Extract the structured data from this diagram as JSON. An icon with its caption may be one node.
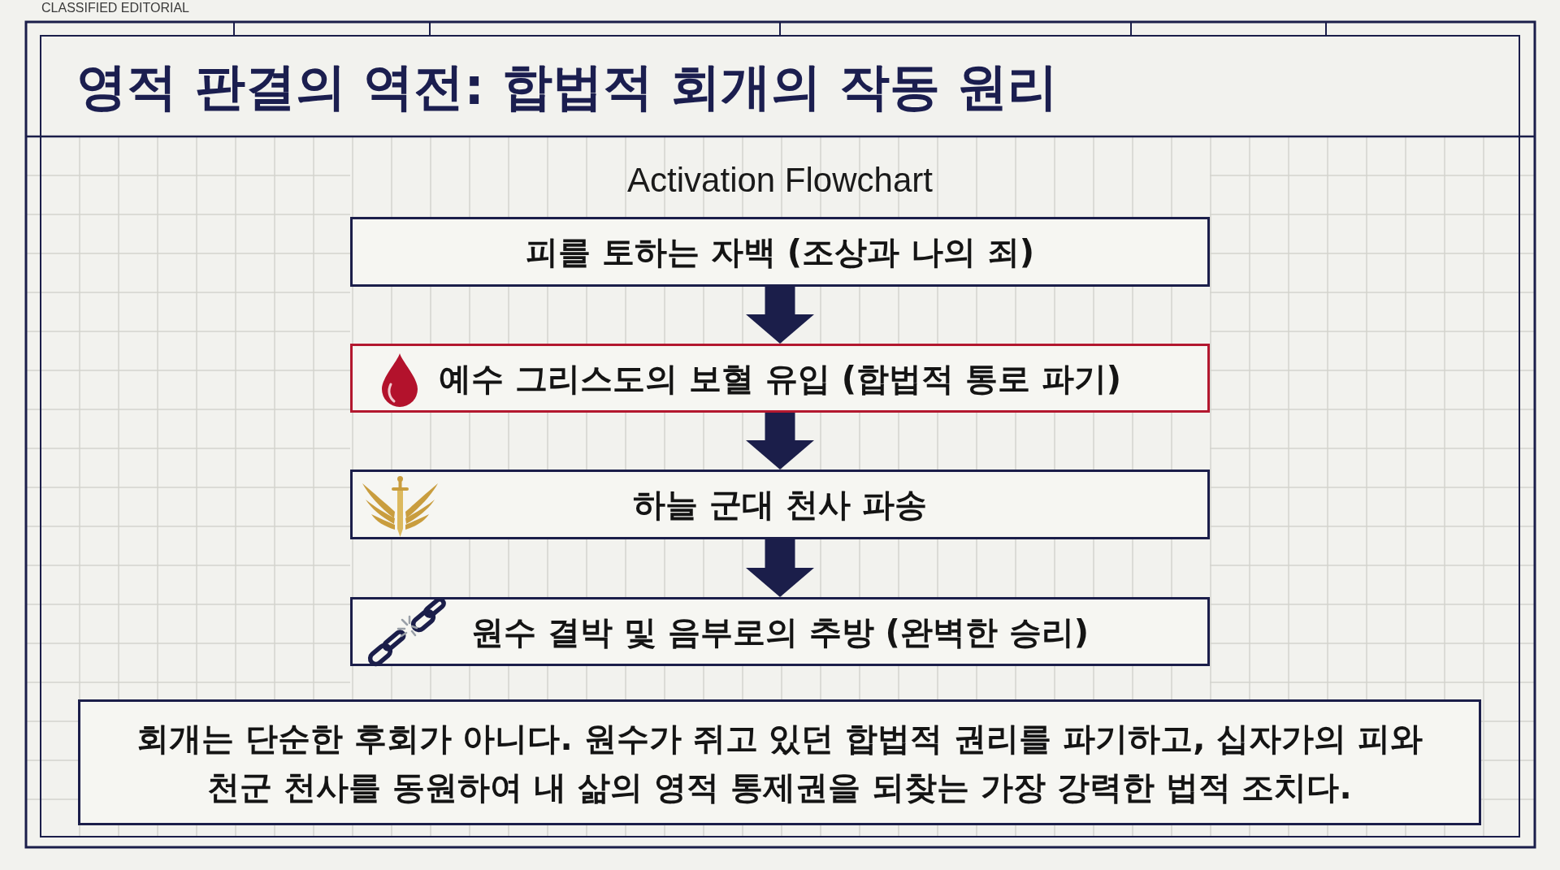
{
  "diagram": {
    "title": "영적 판결의 역전: 합법적 회개의 작동 원리",
    "nodes": [
      {
        "text": [
          "피를 토하는 자백 (조상과 나의 죄)"
        ]
      },
      {
        "text": [
          "예수 그리스도의 보혈 유입 (합법적 통로 파기)"
        ]
      },
      {
        "text": [
          "하늘 군대 천사 파송"
        ]
      },
      {
        "text": [
          "원수 결박 및 음부로의 추방 (완벽한 승리)"
        ]
      },
      {
        "text": [
          "회개는 단순한 후회가 아니다. 원수가 쥐고 있던 합법적 권리를 파기하고, 십자가의 피와 천군 천사를 동원하여 내 삶의 영적 통제권을 되찾는 가장 강력한 법적 조치다."
        ]
      }
    ],
    "edges": [
      {
        "from": 0,
        "to": 1,
        "arrow": "to"
      },
      {
        "from": 1,
        "to": 2,
        "arrow": "to"
      },
      {
        "from": 2,
        "to": 3,
        "arrow": "to"
      }
    ],
    "labels": [
      "CLASSIFIED EDITORIAL",
      "Activation Flowchart"
    ]
  }
}
